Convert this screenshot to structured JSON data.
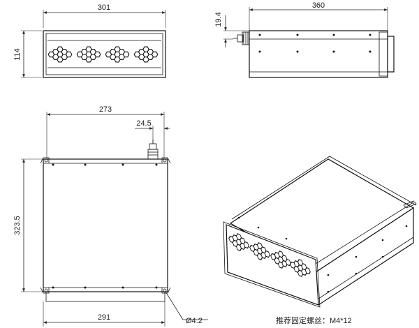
{
  "dimensions": {
    "front_width": "301",
    "front_height": "114",
    "side_width": "360",
    "side_offset": "19.4",
    "top_inner_width": "273",
    "top_connector": "24.5",
    "top_depth": "323.5",
    "top_base_width": "291",
    "hole_diameter": "Ø4.2"
  },
  "note": "推荐固定螺丝：M4*12",
  "colors": {
    "line": "#111111",
    "background": "#ffffff"
  }
}
